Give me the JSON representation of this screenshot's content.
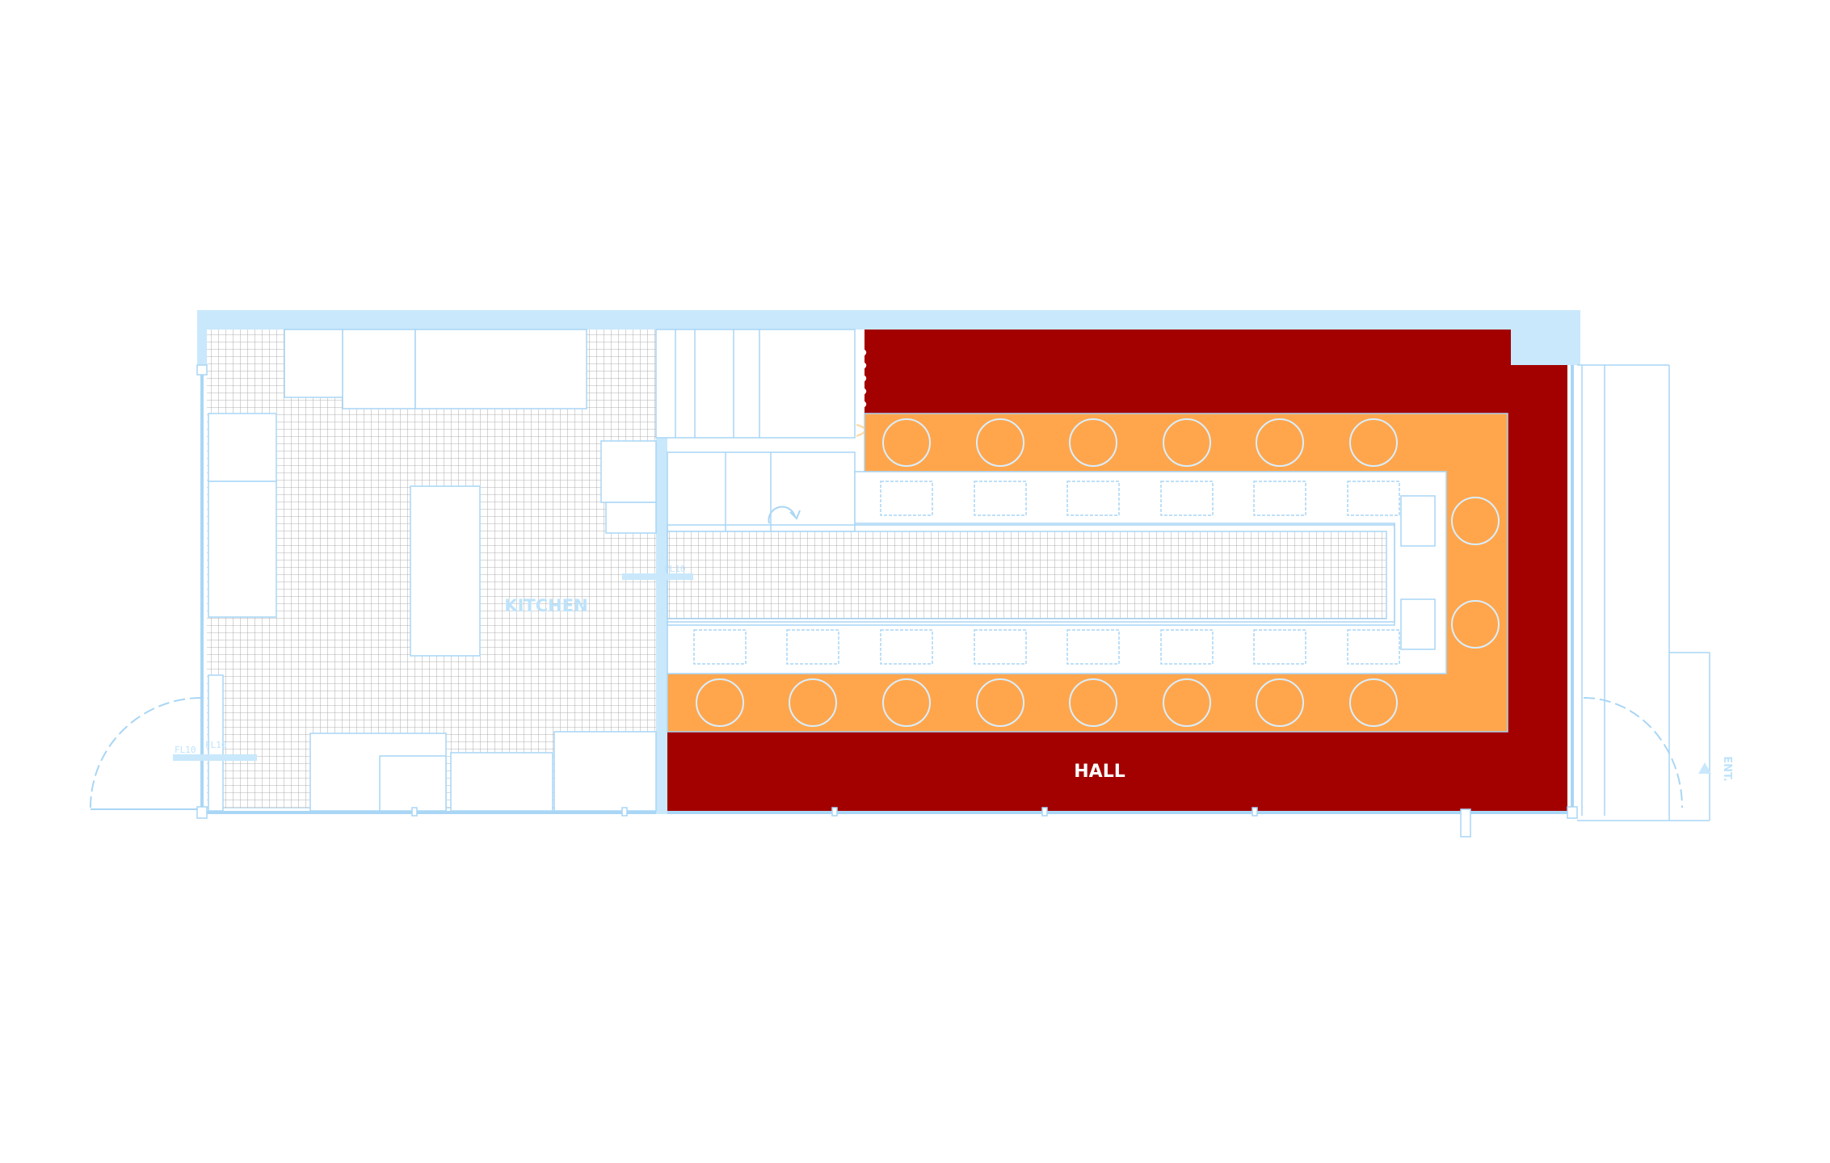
{
  "plan": {
    "labels": {
      "hall": "HALL",
      "kitchen": "KITCHEN",
      "entrance": "ENT.",
      "fl_left": "FL10",
      "fl_left_2": "FL10",
      "fl_mid": "FL10"
    },
    "colors": {
      "wall": "#c9e8fb",
      "line": "#a9d6f5",
      "hall_floor": "#a30000",
      "seating": "#ffa64d",
      "tile_grid": "#9a9a9a",
      "label_hall": "#ffffff",
      "label_kitchen": "#bde3fb"
    },
    "seating": {
      "stools_top_row": 6,
      "stools_bottom_row": 8,
      "stools_right_column": 2,
      "tables_top_row": 6,
      "tables_bottom_row": 8,
      "tables_right_column": 2
    }
  }
}
